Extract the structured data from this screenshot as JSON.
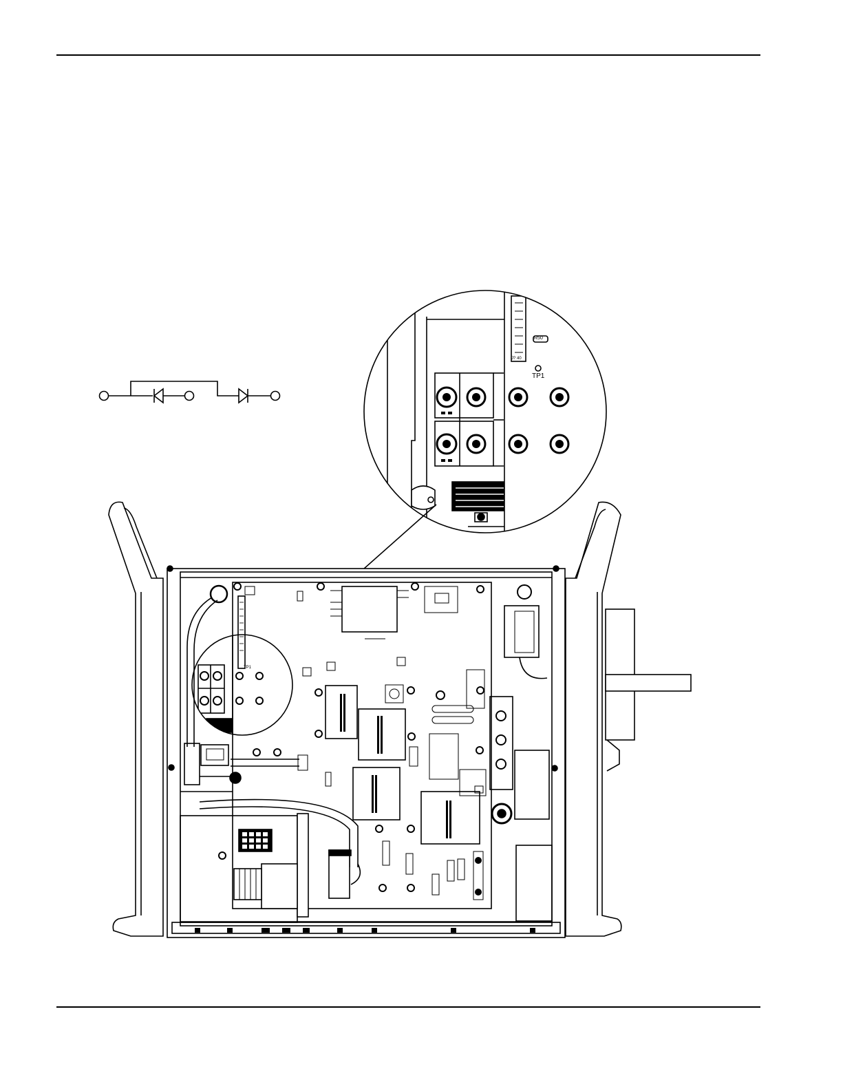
{
  "labels": {
    "r50": "R50",
    "tp1": "TP1",
    "j40": "J? 40",
    "tp1_small": "TP1"
  },
  "colors": {
    "ink": "#000000",
    "paper": "#ffffff",
    "gray": "#c8c8c8"
  }
}
